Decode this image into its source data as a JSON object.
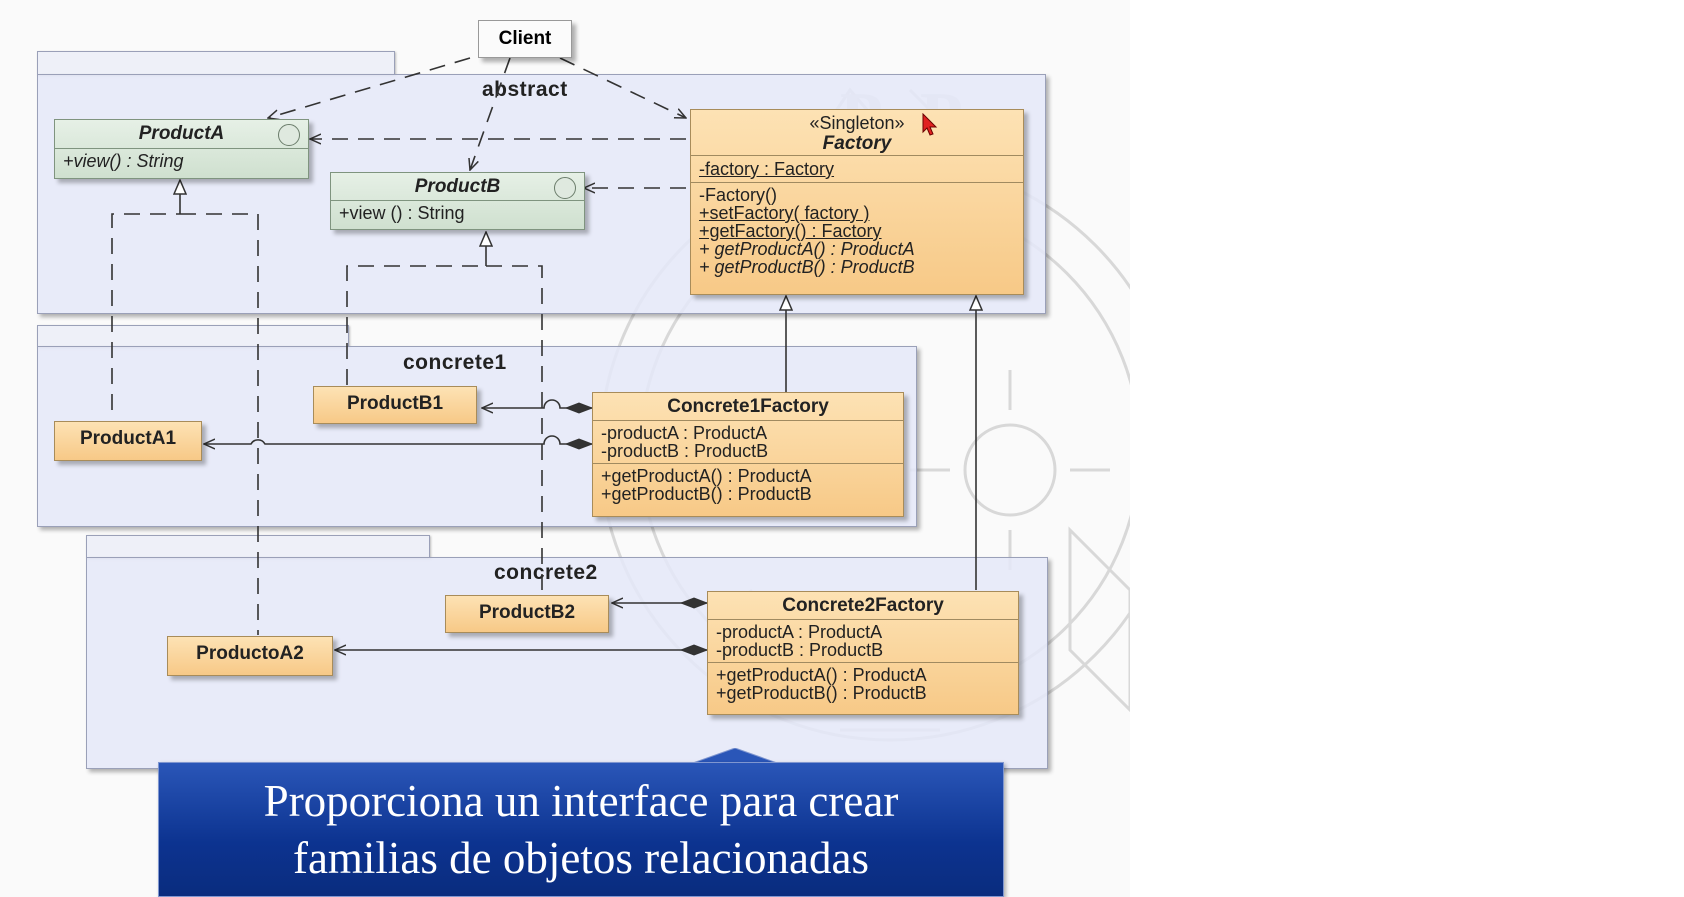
{
  "diagram": {
    "client": "Client",
    "packages": {
      "abstract": "abstract",
      "concrete1": "concrete1",
      "concrete2": "concrete2"
    },
    "classes": {
      "product_a": {
        "name": "ProductA",
        "op": "+view()  : String"
      },
      "product_b": {
        "name": "ProductB",
        "op": "+view () : String"
      },
      "factory": {
        "stereotype": "«Singleton»",
        "name": "Factory",
        "attribute": "-factory : Factory",
        "ops": [
          "-Factory()",
          "+setFactory( factory )",
          "+getFactory() : Factory",
          "+ getProductA()  : ProductA",
          "+ getProductB()  : ProductB"
        ]
      },
      "product_b1": {
        "name": "ProductB1"
      },
      "product_a1": {
        "name": "ProductA1"
      },
      "concrete1_factory": {
        "name": "Concrete1Factory",
        "attributes": [
          "-productA : ProductA",
          "-productB : ProductB"
        ],
        "ops": [
          "+getProductA() : ProductA",
          "+getProductB() : ProductB"
        ]
      },
      "product_b2": {
        "name": "ProductB2"
      },
      "producto_a2": {
        "name": "ProductoA2"
      },
      "concrete2_factory": {
        "name": "Concrete2Factory",
        "attributes": [
          "-productA : ProductA",
          "-productB : ProductB"
        ],
        "ops": [
          "+getProductA() : ProductA",
          "+getProductB() : ProductB"
        ]
      }
    }
  },
  "caption": {
    "line1": "Proporciona un interface para crear",
    "line2": "familias de objetos relacionadas"
  },
  "colors": {
    "caption_bg": "#0c3390",
    "class_orange": "#f7c987",
    "class_green": "#cfe0cf",
    "package_bg": "#e4e8f8"
  }
}
